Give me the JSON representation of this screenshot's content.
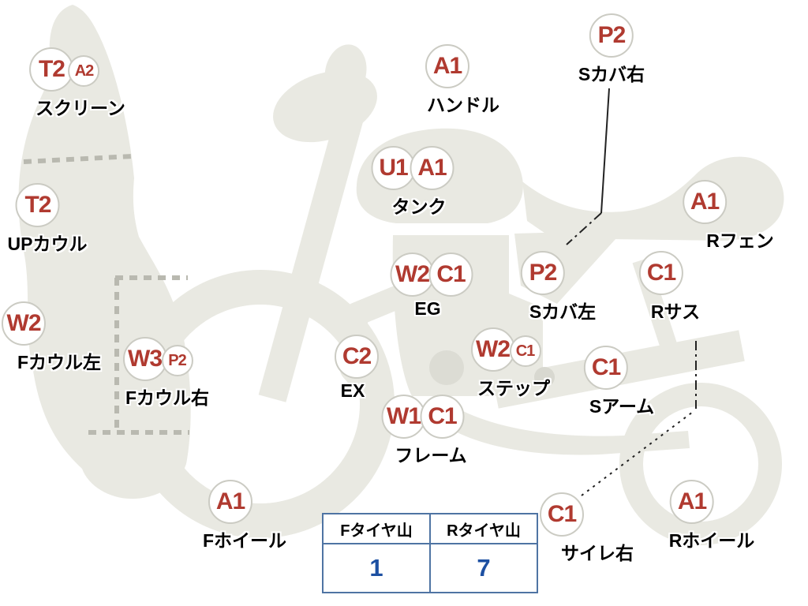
{
  "diagram": {
    "type": "motorcycle-condition-diagram",
    "annotations": [
      {
        "id": "screen",
        "codes": [
          "T2",
          "A2"
        ],
        "label": "スクリーン"
      },
      {
        "id": "up-cowl",
        "codes": [
          "T2"
        ],
        "label": "UPカウル"
      },
      {
        "id": "f-cowl-left",
        "codes": [
          "W2"
        ],
        "label": "Fカウル左"
      },
      {
        "id": "f-cowl-right",
        "codes": [
          "W3",
          "P2"
        ],
        "label": "Fカウル右"
      },
      {
        "id": "handlebar",
        "codes": [
          "A1"
        ],
        "label": "ハンドル"
      },
      {
        "id": "tank",
        "codes": [
          "U1",
          "A1"
        ],
        "label": "タンク"
      },
      {
        "id": "s-cover-right",
        "codes": [
          "P2"
        ],
        "label": "Sカバ右"
      },
      {
        "id": "engine",
        "codes": [
          "W2",
          "C1"
        ],
        "label": "EG"
      },
      {
        "id": "s-cover-left",
        "codes": [
          "P2"
        ],
        "label": "Sカバ左"
      },
      {
        "id": "r-fender",
        "codes": [
          "A1"
        ],
        "label": "Rフェン"
      },
      {
        "id": "r-suspension",
        "codes": [
          "C1"
        ],
        "label": "Rサス"
      },
      {
        "id": "exhaust",
        "codes": [
          "C2"
        ],
        "label": "EX"
      },
      {
        "id": "step",
        "codes": [
          "W2",
          "C1"
        ],
        "label": "ステップ"
      },
      {
        "id": "swing-arm",
        "codes": [
          "C1"
        ],
        "label": "Sアーム"
      },
      {
        "id": "frame",
        "codes": [
          "W1",
          "C1"
        ],
        "label": "フレーム"
      },
      {
        "id": "f-wheel",
        "codes": [
          "A1"
        ],
        "label": "Fホイール"
      },
      {
        "id": "silencer-right",
        "codes": [
          "C1"
        ],
        "label": "サイレ右"
      },
      {
        "id": "r-wheel",
        "codes": [
          "A1"
        ],
        "label": "Rホイール"
      }
    ],
    "tire_table": {
      "headers": [
        "Fタイヤ山",
        "Rタイヤ山"
      ],
      "values": [
        "1",
        "7"
      ]
    },
    "colors": {
      "code_text": "#b03a30",
      "label_text": "#000000",
      "tire_value_text": "#1d50a2",
      "table_border": "#4f74a3",
      "bike_fill": "#e9e9e2",
      "panel_dash_line": "#b9b9b0",
      "leader_line": "#222222"
    }
  }
}
